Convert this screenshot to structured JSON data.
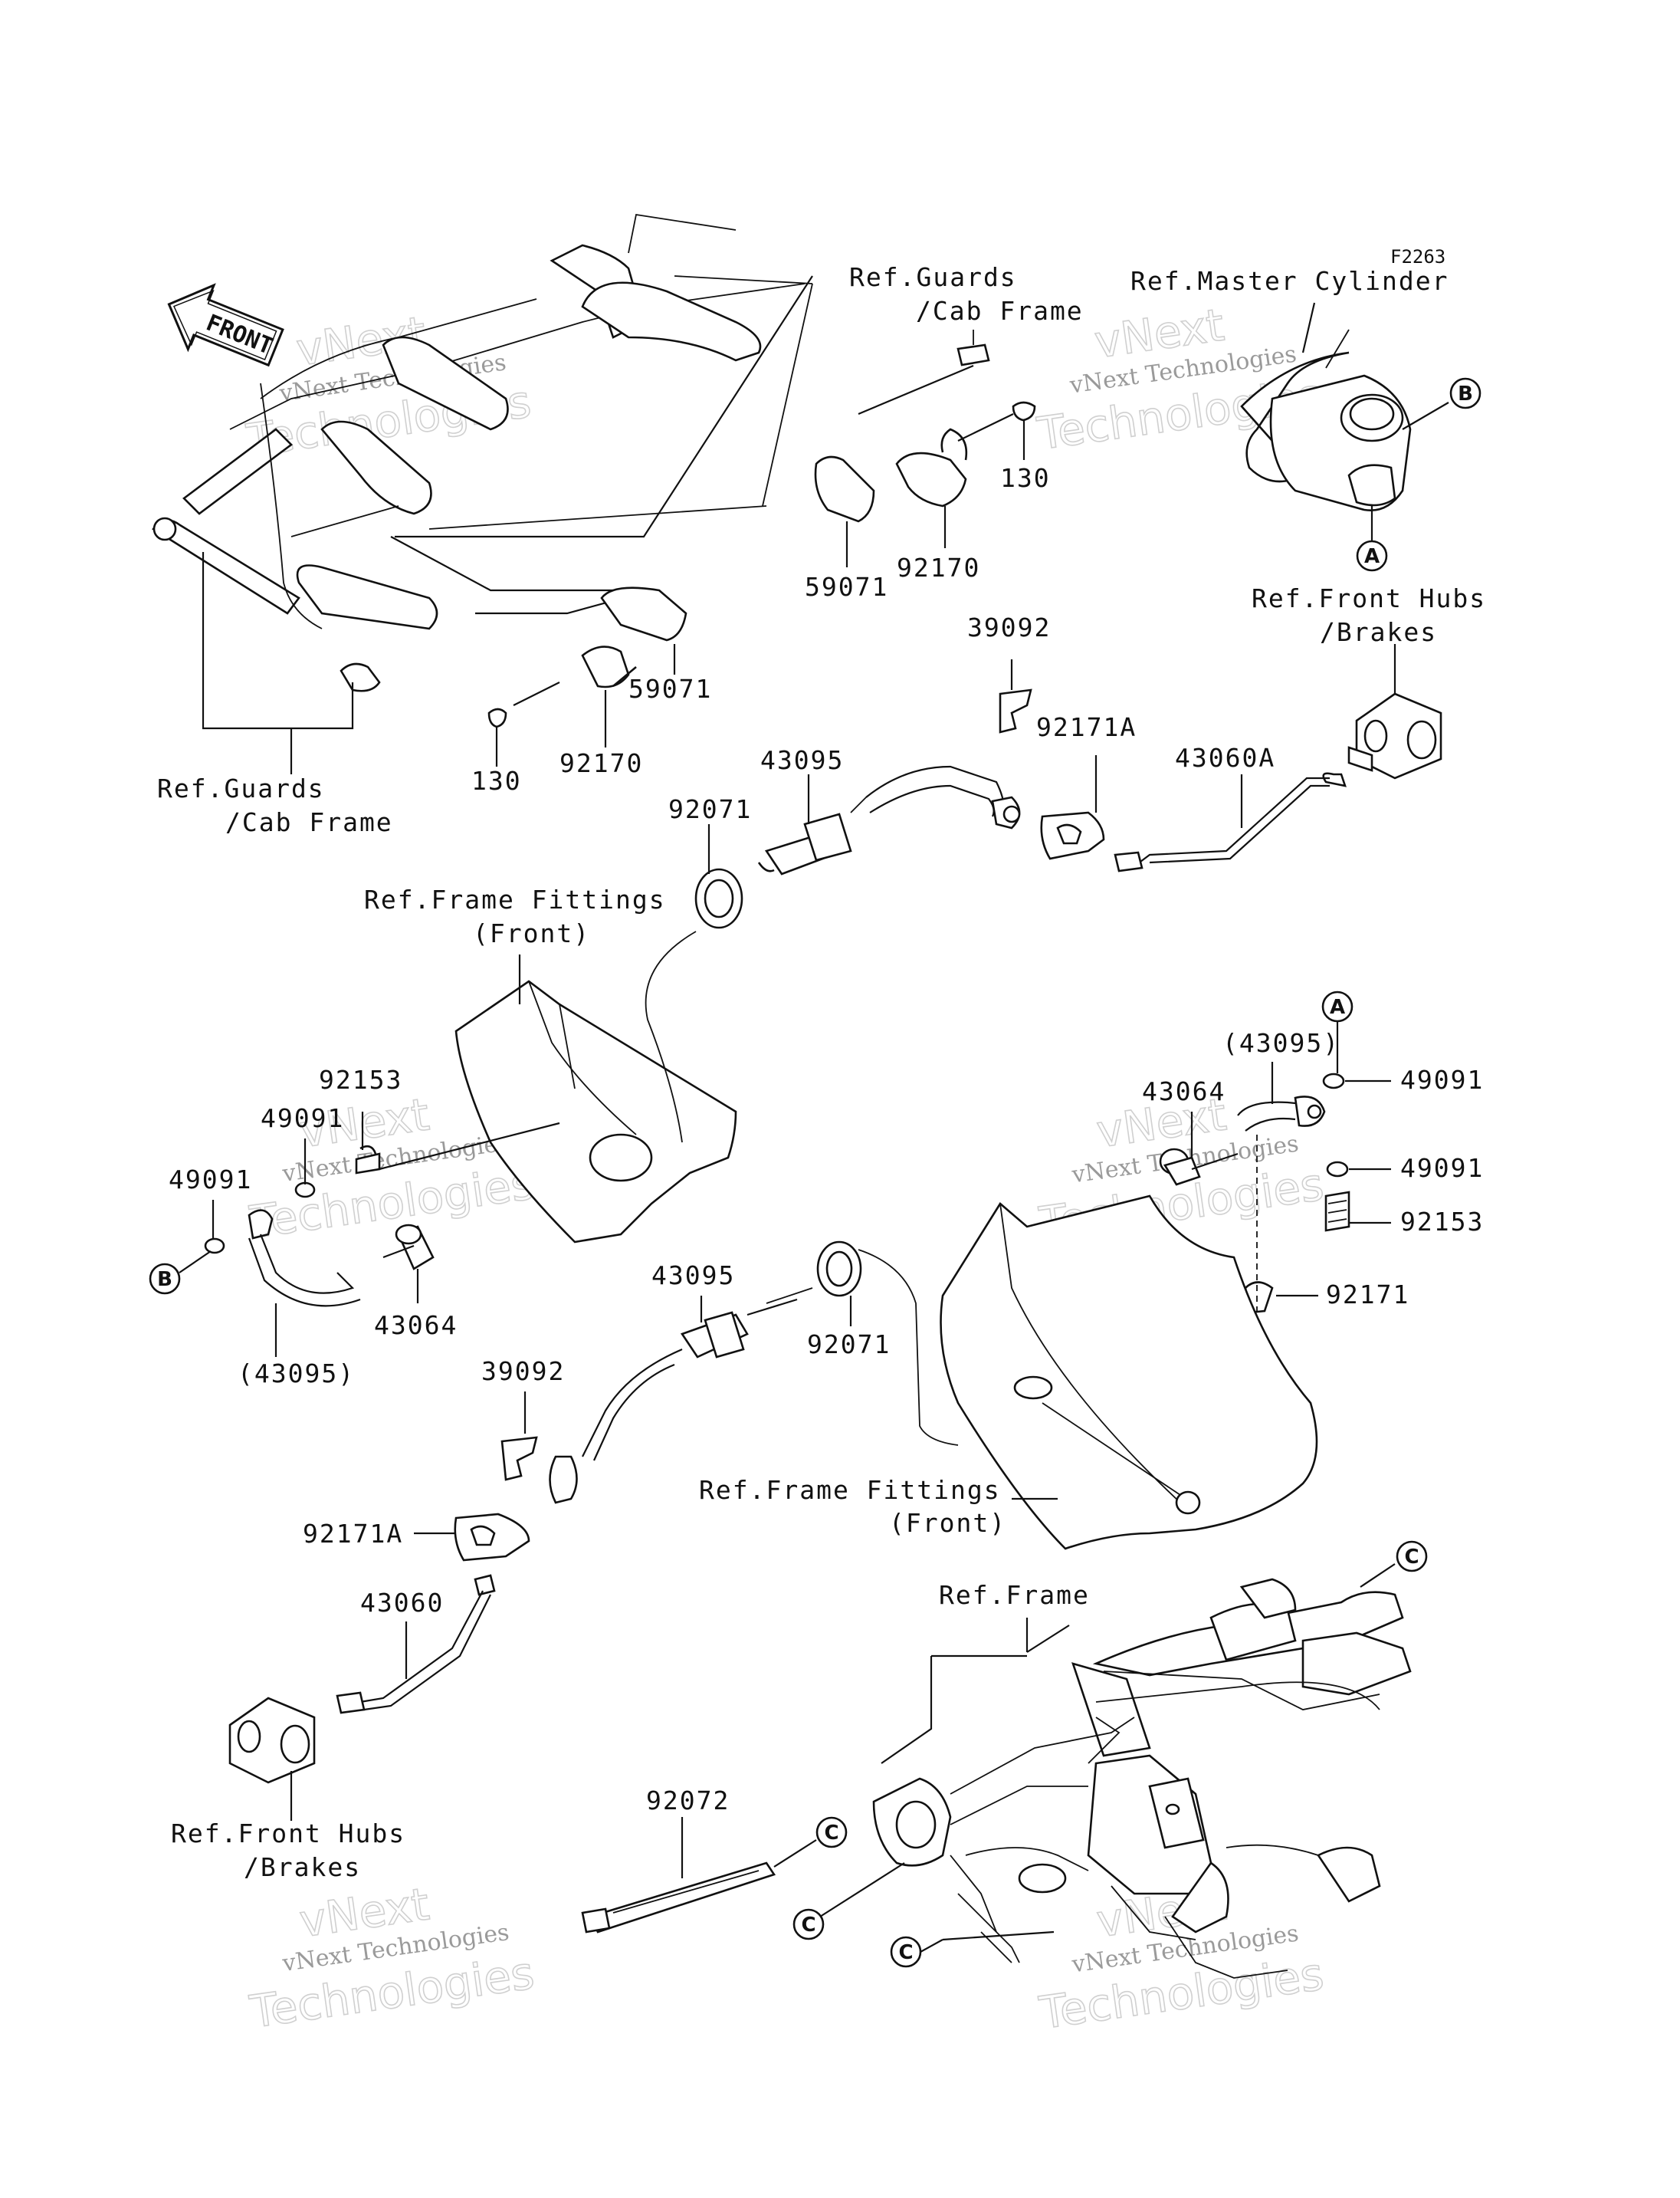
{
  "figure_code": "F2263",
  "front_arrow": "FRONT",
  "watermark": {
    "line1": "vNext Technologies",
    "line2": "vNext",
    "line3": "Technologies"
  },
  "refs": {
    "guards_cab_frame_top": [
      "Ref.Guards",
      "/Cab Frame"
    ],
    "master_cylinder": "Ref.Master Cylinder",
    "front_hubs_right": [
      "Ref.Front Hubs",
      "/Brakes"
    ],
    "guards_cab_frame_left": [
      "Ref.Guards",
      "/Cab Frame"
    ],
    "frame_fittings_upper": [
      "Ref.Frame Fittings",
      "(Front)"
    ],
    "frame_fittings_lower": [
      "Ref.Frame Fittings",
      "(Front)"
    ],
    "frame": "Ref.Frame",
    "front_hubs_left": [
      "Ref.Front Hubs",
      "/Brakes"
    ]
  },
  "parts": {
    "p59071_top": "59071",
    "p92170_top": "92170",
    "p130_top": "130",
    "p59071_left": "59071",
    "p92170_left": "92170",
    "p130_left": "130",
    "p39092_top": "39092",
    "p92171a_top": "92171A",
    "p43060a": "43060A",
    "p43095_top": "43095",
    "p92071_top": "92071",
    "p92153_left": "92153",
    "p49091_left_a": "49091",
    "p49091_left_b": "49091",
    "p43064_left": "43064",
    "p43095p_left": "(43095)",
    "p43095_mid": "43095",
    "p92071_mid": "92071",
    "p39092_mid": "39092",
    "p92171a_mid": "92171A",
    "p43060": "43060",
    "p43095p_right": "(43095)",
    "p43064_right": "43064",
    "p49091_right_a": "49091",
    "p49091_right_b": "49091",
    "p92153_right": "92153",
    "p92171": "92171",
    "p92072": "92072"
  },
  "callouts": {
    "a": "A",
    "b": "B",
    "c": "C"
  }
}
